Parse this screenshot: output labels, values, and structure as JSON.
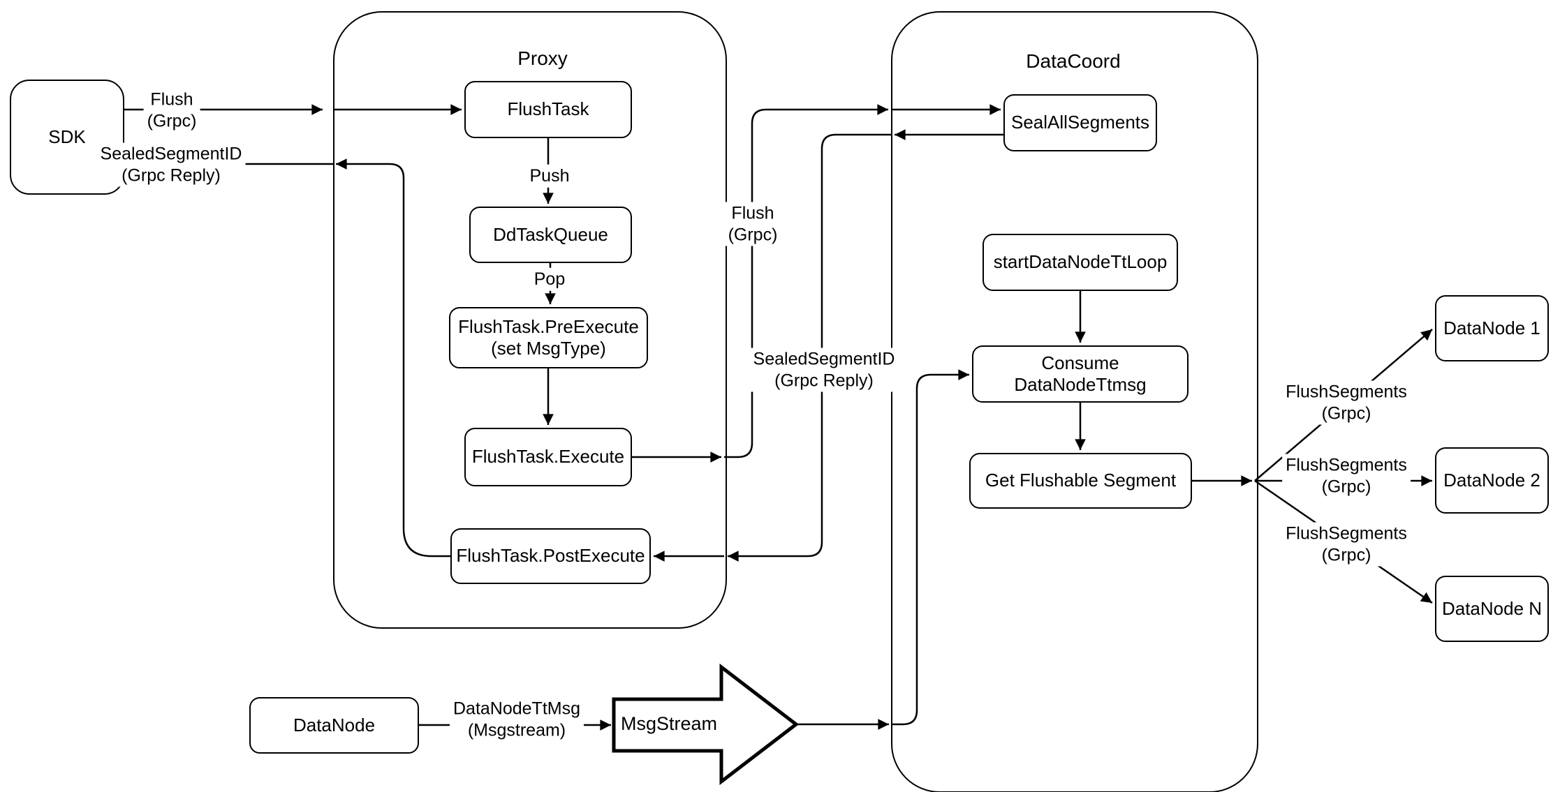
{
  "containers": {
    "proxy": {
      "title": "Proxy"
    },
    "datacoord": {
      "title": "DataCoord"
    }
  },
  "nodes": {
    "sdk": {
      "label": "SDK"
    },
    "flush_task": {
      "label": "FlushTask"
    },
    "dd_task_queue": {
      "label": "DdTaskQueue"
    },
    "pre_execute": {
      "label": "FlushTask.PreExecute\n(set MsgType)"
    },
    "execute": {
      "label": "FlushTask.Execute"
    },
    "post_execute": {
      "label": "FlushTask.PostExecute"
    },
    "seal_all_segments": {
      "label": "SealAllSegments"
    },
    "start_datanode_tt_loop": {
      "label": "startDataNodeTtLoop"
    },
    "consume_datanode_ttmsg": {
      "label": "Consume DataNodeTtmsg"
    },
    "get_flushable_segment": {
      "label": "Get Flushable Segment"
    },
    "datanode_1": {
      "label": "DataNode 1"
    },
    "datanode_2": {
      "label": "DataNode 2"
    },
    "datanode_n": {
      "label": "DataNode N"
    },
    "datanode": {
      "label": "DataNode"
    },
    "msgstream": {
      "label": "MsgStream"
    }
  },
  "edge_labels": {
    "flush_grpc_sdk": "Flush\n(Grpc)",
    "sealed_segment_id_sdk": "SealedSegmentID\n(Grpc Reply)",
    "push": "Push",
    "pop": "Pop",
    "flush_grpc_datacoord": "Flush\n(Grpc)",
    "sealed_segment_id_datacoord": "SealedSegmentID\n(Grpc Reply)",
    "flush_segments_1": "FlushSegments\n(Grpc)",
    "flush_segments_2": "FlushSegments\n(Grpc)",
    "flush_segments_n": "FlushSegments\n(Grpc)",
    "datanode_tt_msg": "DataNodeTtMsg\n(Msgstream)"
  },
  "colors": {
    "stroke": "#000000",
    "background": "#ffffff"
  }
}
